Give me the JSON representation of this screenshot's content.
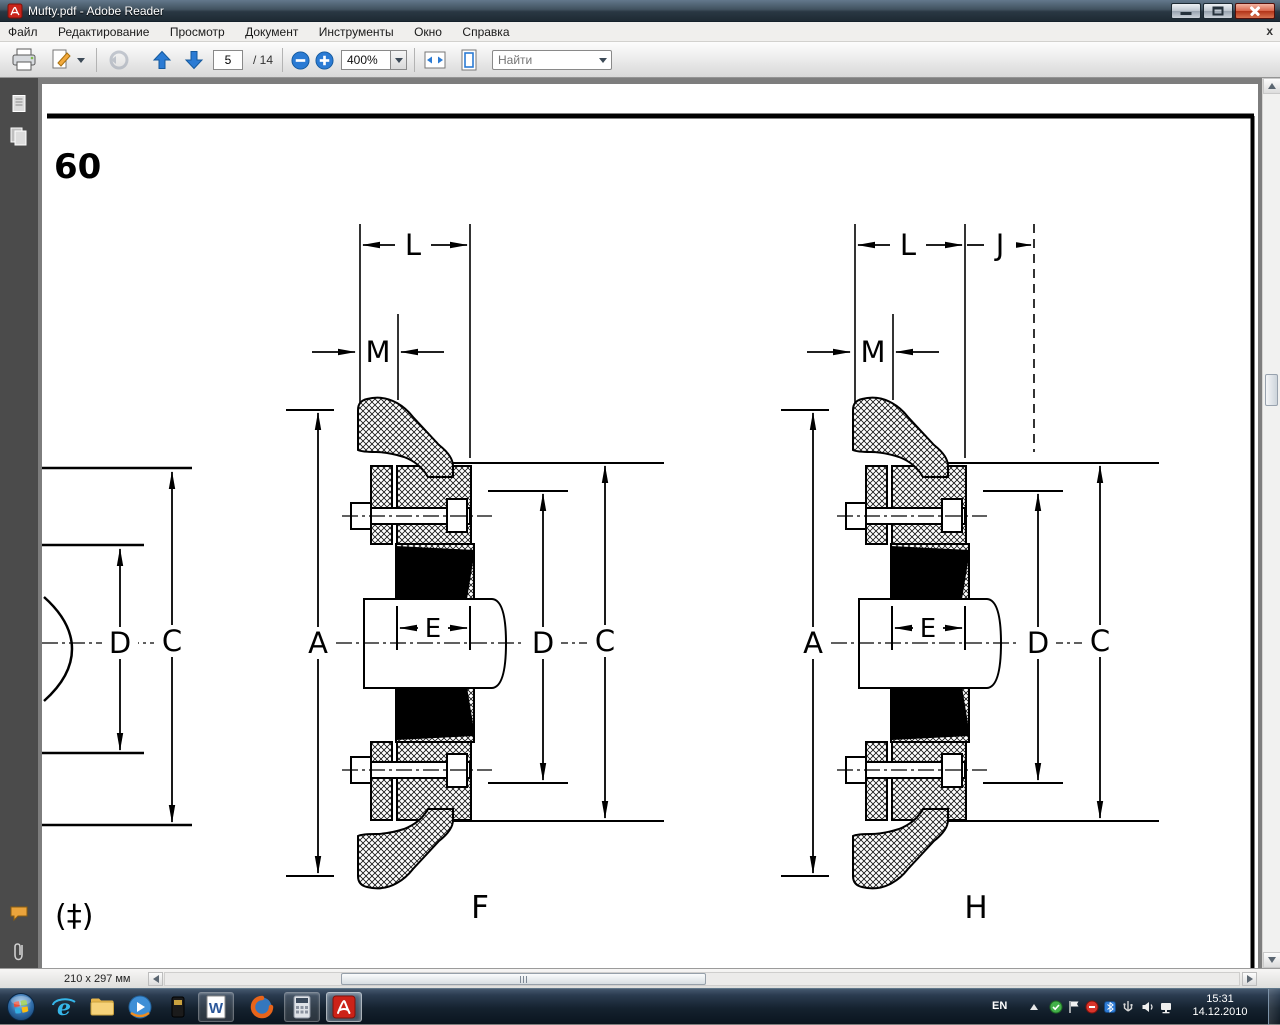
{
  "window": {
    "title": "Mufty.pdf - Adobe Reader"
  },
  "menubar": {
    "items": [
      "Файл",
      "Редактирование",
      "Просмотр",
      "Документ",
      "Инструменты",
      "Окно",
      "Справка"
    ],
    "close_doc_label": "x"
  },
  "toolbar": {
    "page_current": "5",
    "page_total": "/ 14",
    "zoom_level": "400%",
    "find_placeholder": "Найти"
  },
  "document": {
    "page_label": "60",
    "footnote": "(‡)",
    "fig_left": {
      "D": "D",
      "C": "C"
    },
    "fig_f": {
      "caption": "F",
      "L": "L",
      "M": "M",
      "A": "A",
      "D": "D",
      "C": "C",
      "E": "E"
    },
    "fig_h": {
      "caption": "H",
      "L": "L",
      "J": "J",
      "M": "M",
      "A": "A",
      "D": "D",
      "C": "C",
      "E": "E"
    }
  },
  "statusbar": {
    "page_size": "210 x 297 мм"
  },
  "taskbar": {
    "language": "EN",
    "clock": {
      "time": "15:31",
      "date": "14.12.2010"
    }
  },
  "icons": {
    "ie": "e",
    "word": "W"
  }
}
